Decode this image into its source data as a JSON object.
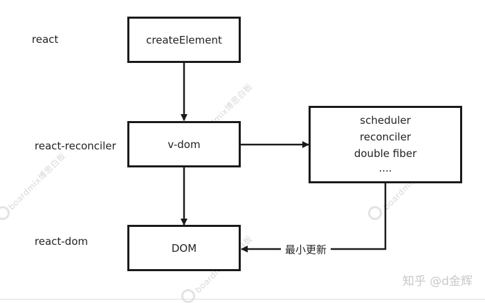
{
  "layers": {
    "react": "react",
    "reconciler": "react-reconciler",
    "dom": "react-dom"
  },
  "nodes": {
    "create_element": "createElement",
    "vdom": "v-dom",
    "dom": "DOM",
    "internals": [
      "scheduler",
      "reconciler",
      "double fiber",
      "...."
    ]
  },
  "edges": {
    "create_to_vdom": "",
    "vdom_to_internals": "",
    "vdom_to_dom": "",
    "internals_to_dom": "最小更新"
  },
  "watermark": {
    "text": "boardmix博思白板",
    "logo": "b"
  },
  "credit": "知乎 @d金辉",
  "colors": {
    "stroke": "#1a1a1a",
    "text": "#222222",
    "watermark": "#d9d9d9"
  }
}
